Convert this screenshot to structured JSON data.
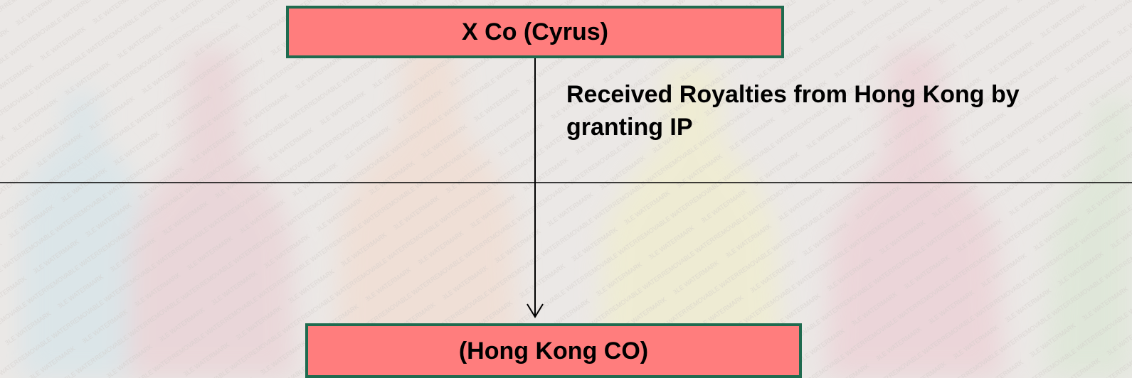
{
  "diagram": {
    "top_entity": "X Co (Cyrus)",
    "bottom_entity": "(Hong Kong CO)",
    "flow_label": "Received Royalties from Hong Kong by granting IP"
  },
  "colors": {
    "box_fill": "#ff7d7d",
    "box_border": "#1f6b4f",
    "background": "#ebe8e6"
  },
  "background_watermark": "REMOVABLE WATERMARK"
}
